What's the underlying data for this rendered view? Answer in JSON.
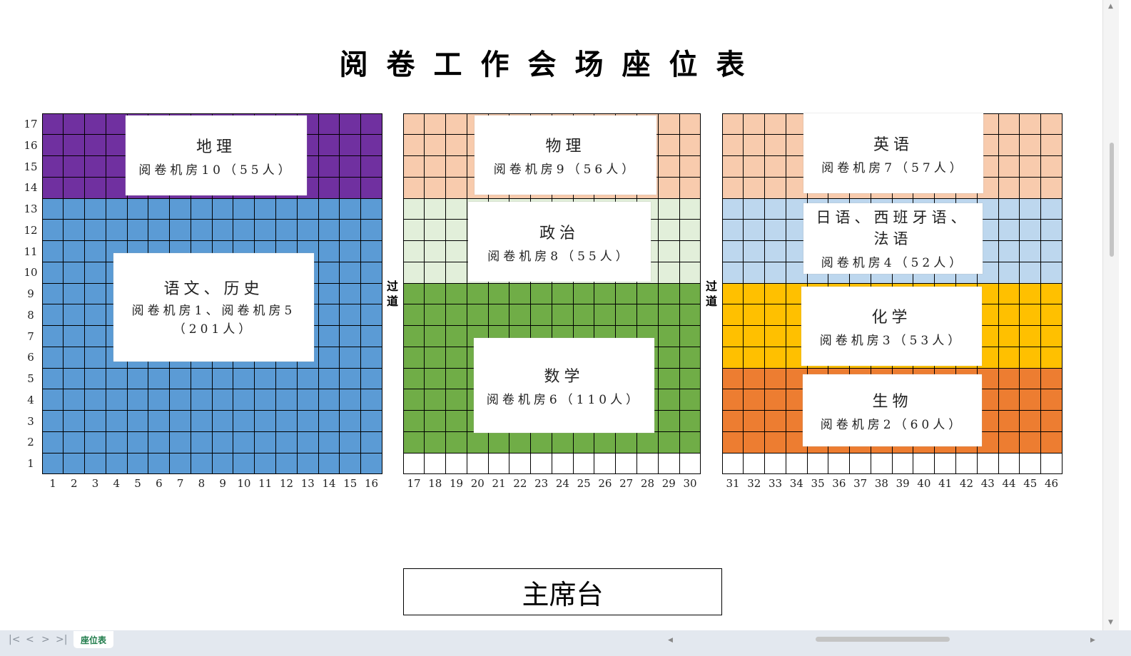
{
  "title": "阅卷工作会场座位表",
  "rows": 17,
  "sections": [
    {
      "cols": [
        1,
        16
      ],
      "bands": [
        {
          "rows": [
            14,
            17
          ],
          "color": "#7030A0"
        },
        {
          "rows": [
            1,
            13
          ],
          "color": "#5B9BD5"
        }
      ]
    },
    {
      "cols": [
        17,
        30
      ],
      "bands": [
        {
          "rows": [
            14,
            17
          ],
          "color": "#F8CBAD"
        },
        {
          "rows": [
            10,
            13
          ],
          "color": "#E2EFDA"
        },
        {
          "rows": [
            2,
            9
          ],
          "color": "#70AD47"
        },
        {
          "rows": [
            1,
            1
          ],
          "color": "#FFFFFF"
        }
      ]
    },
    {
      "cols": [
        31,
        46
      ],
      "bands": [
        {
          "rows": [
            14,
            17
          ],
          "color": "#F8CBAD"
        },
        {
          "rows": [
            10,
            13
          ],
          "color": "#BDD7EE"
        },
        {
          "rows": [
            6,
            9
          ],
          "color": "#FFC000"
        },
        {
          "rows": [
            2,
            5
          ],
          "color": "#ED7D31"
        },
        {
          "rows": [
            1,
            1
          ],
          "color": "#FFFFFF"
        }
      ]
    }
  ],
  "rooms": {
    "geography": {
      "subject": "地理",
      "room": "阅卷机房10（55人）"
    },
    "physics": {
      "subject": "物理",
      "room": "阅卷机房9（56人）"
    },
    "english": {
      "subject": "英语",
      "room": "阅卷机房7（57人）"
    },
    "politics": {
      "subject": "政治",
      "room": "阅卷机房8（55人）"
    },
    "languages": {
      "subject": "日语、西班牙语、法语",
      "room": "阅卷机房4（52人）"
    },
    "chinese_history": {
      "subject": "语文、历史",
      "room": "阅卷机房1、阅卷机房5（201人）"
    },
    "chemistry": {
      "subject": "化学",
      "room": "阅卷机房3（53人）"
    },
    "math": {
      "subject": "数学",
      "room": "阅卷机房6（110人）"
    },
    "biology": {
      "subject": "生物",
      "room": "阅卷机房2（60人）"
    }
  },
  "aisle_label": "过道",
  "stage": "主席台",
  "sheet_tab": "座位表",
  "nav": {
    "first": "|<",
    "prev": "<",
    "next": ">",
    "last": ">|"
  }
}
